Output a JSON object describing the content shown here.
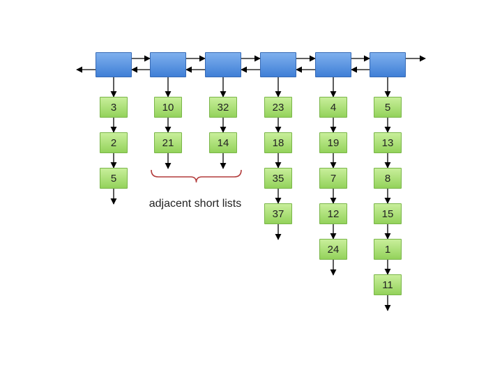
{
  "diagram": {
    "top_node_count": 6,
    "lists": [
      [
        "3",
        "2",
        "5"
      ],
      [
        "10",
        "21"
      ],
      [
        "32",
        "14"
      ],
      [
        "23",
        "18",
        "35",
        "37"
      ],
      [
        "4",
        "19",
        "7",
        "12",
        "24"
      ],
      [
        "5",
        "13",
        "8",
        "15",
        "1",
        "11"
      ]
    ],
    "annotation": "adjacent short lists",
    "colors": {
      "top_node": "#4f8ee0",
      "list_node": "#aee079",
      "bracket": "#b23a3a",
      "arrow": "#000000"
    }
  }
}
